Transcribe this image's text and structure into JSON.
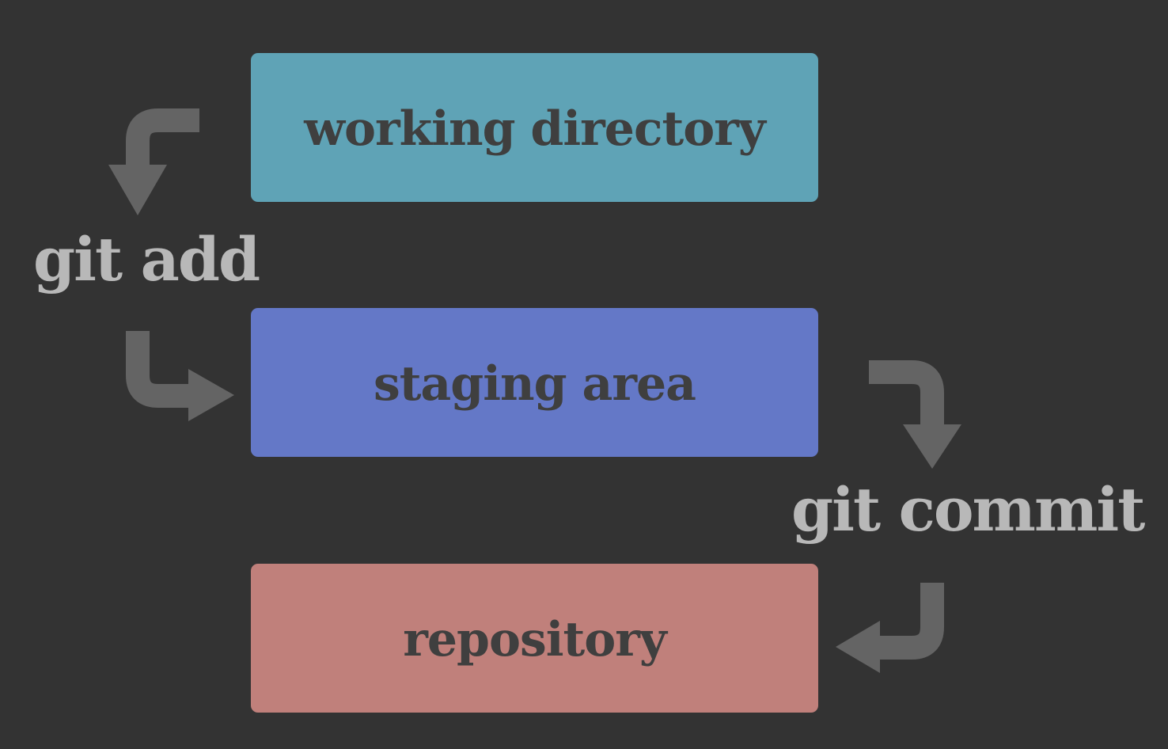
{
  "diagram": {
    "stages": {
      "working_directory": "working directory",
      "staging_area": "staging area",
      "repository": "repository"
    },
    "commands": {
      "add": "git add",
      "commit": "git commit"
    }
  },
  "colors": {
    "background": "#333333",
    "working_directory": "#5fa3b6",
    "staging_area": "#6478c7",
    "repository": "#c0807b",
    "arrow": "#646464",
    "command_text": "#b8b8b8",
    "box_text": "#3f3f3f"
  },
  "icons": {
    "add_arrow_top": "arrow-curve-down-icon",
    "add_arrow_bottom": "arrow-curve-right-icon",
    "commit_arrow_top": "arrow-curve-down-icon",
    "commit_arrow_bottom": "arrow-curve-left-icon"
  }
}
